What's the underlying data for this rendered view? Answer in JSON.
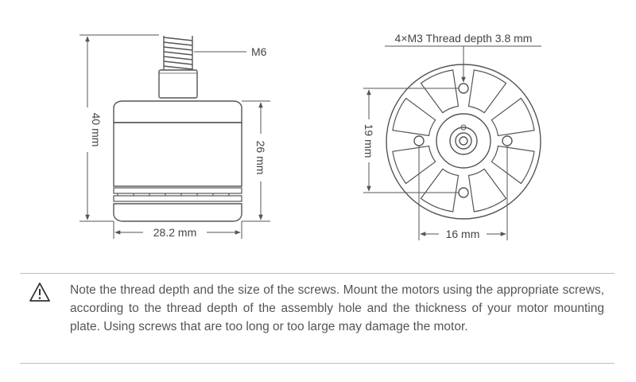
{
  "side_view": {
    "thread_label": "M6",
    "height_total_label": "40 mm",
    "height_body_label": "26 mm",
    "width_label": "28.2 mm"
  },
  "bottom_view": {
    "thread_label": "4×M3 Thread depth 3.8 mm",
    "vertical_spacing_label": "19 mm",
    "horizontal_spacing_label": "16 mm"
  },
  "note": {
    "icon": "warning-triangle-icon",
    "text": "Note the thread depth and the size of the screws. Mount the motors using the appropriate screws, according to the thread depth of the assembly hole and the thickness of your motor mounting plate. Using screws that are too long or too large may damage the motor."
  }
}
